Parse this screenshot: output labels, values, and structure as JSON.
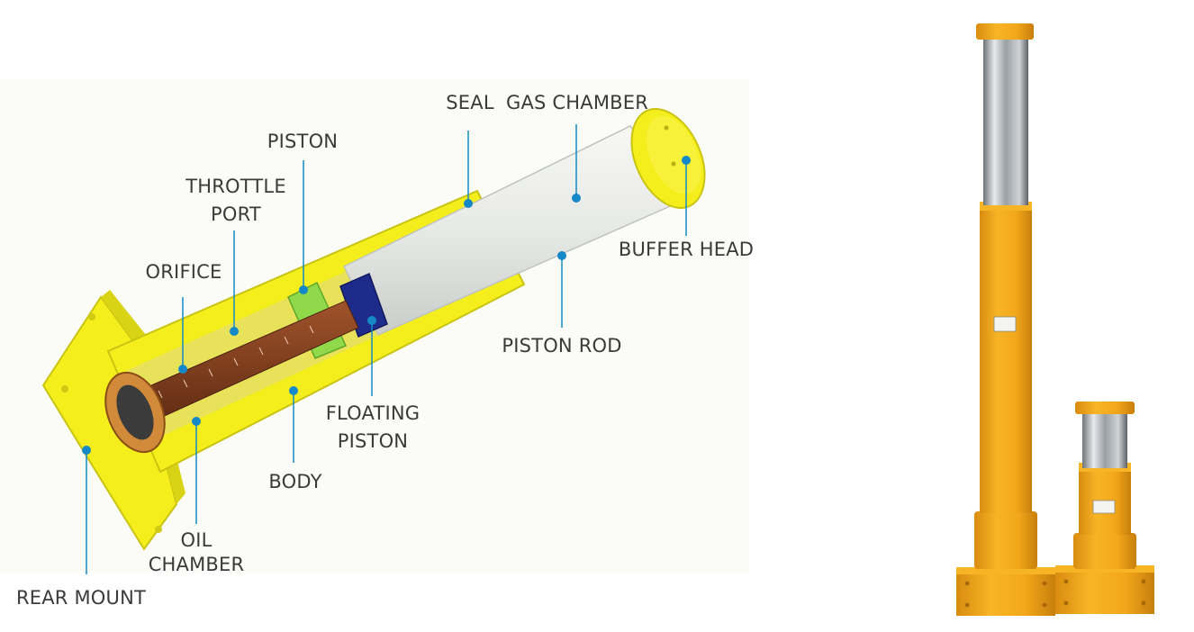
{
  "labels": {
    "seal": "SEAL",
    "gas_chamber": "GAS CHAMBER",
    "piston": "PISTON",
    "throttle_port_1": "THROTTLE",
    "throttle_port_2": "PORT",
    "orifice": "ORIFICE",
    "buffer_head": "BUFFER HEAD",
    "piston_rod": "PISTON ROD",
    "floating_piston_1": "FLOATING",
    "floating_piston_2": "PISTON",
    "body": "BODY",
    "oil_chamber_1": "OIL",
    "oil_chamber_2": "CHAMBER",
    "rear_mount": "REAR MOUNT"
  },
  "colors": {
    "body_yellow": "#f4ee1c",
    "body_yellow_dark": "#c9c412",
    "rod_chrome": "#e9ebe9",
    "throttle_rod": "#7a3a1c",
    "piston_green": "#8fd94a",
    "floating_piston_blue": "#1f2b8a",
    "callout_blue": "#1589c7",
    "photo_orange": "#f2a71a",
    "photo_chrome": "#b9bdc0"
  }
}
